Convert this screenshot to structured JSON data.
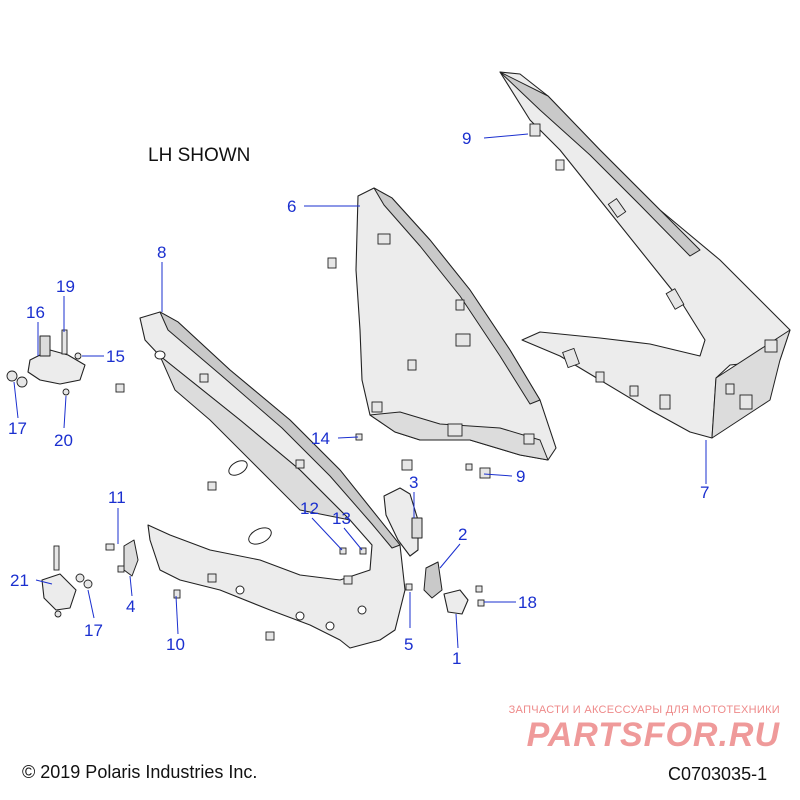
{
  "notes": {
    "view_note": "LH SHOWN",
    "copyright": "© 2019 Polaris Industries Inc.",
    "drawing_number": "C0703035-1"
  },
  "watermark": {
    "subtitle": "ЗАПЧАСТИ И АКСЕССУАРЫ ДЛЯ МОТОТЕХНИКИ",
    "brand": "PARTSFOR.RU"
  },
  "callouts": [
    "9",
    "6",
    "8",
    "19",
    "16",
    "15",
    "17",
    "20",
    "14",
    "9",
    "3",
    "7",
    "11",
    "12",
    "13",
    "2",
    "21",
    "17",
    "4",
    "18",
    "10",
    "5",
    "1"
  ],
  "colors": {
    "callout": "#1a2fcf",
    "watermark": "#ef9a9a"
  }
}
